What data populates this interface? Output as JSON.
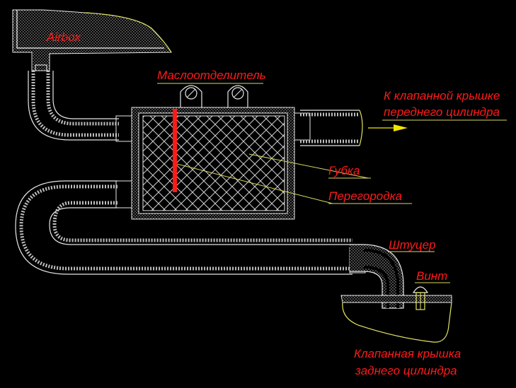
{
  "diagram": {
    "labels": {
      "airbox": "Airbox",
      "separator": "Маслоотделитель",
      "front_valve_cover_line1": "К клапанной крышке",
      "front_valve_cover_line2": "переднего цилиндра",
      "sponge": "Губка",
      "baffle": "Перегородка",
      "fitting": "Штуцер",
      "screw": "Винт",
      "rear_valve_cover_line1": "Клапанная крышка",
      "rear_valve_cover_line2": "заднего цилиндра"
    },
    "colors": {
      "background": "#000000",
      "label_red": "#ff1a1a",
      "outline_white": "#e6e6e6",
      "leader_yellow": "#d8d860",
      "baffle_red": "#ff1a1a",
      "arrow_yellow": "#f2e600"
    }
  }
}
